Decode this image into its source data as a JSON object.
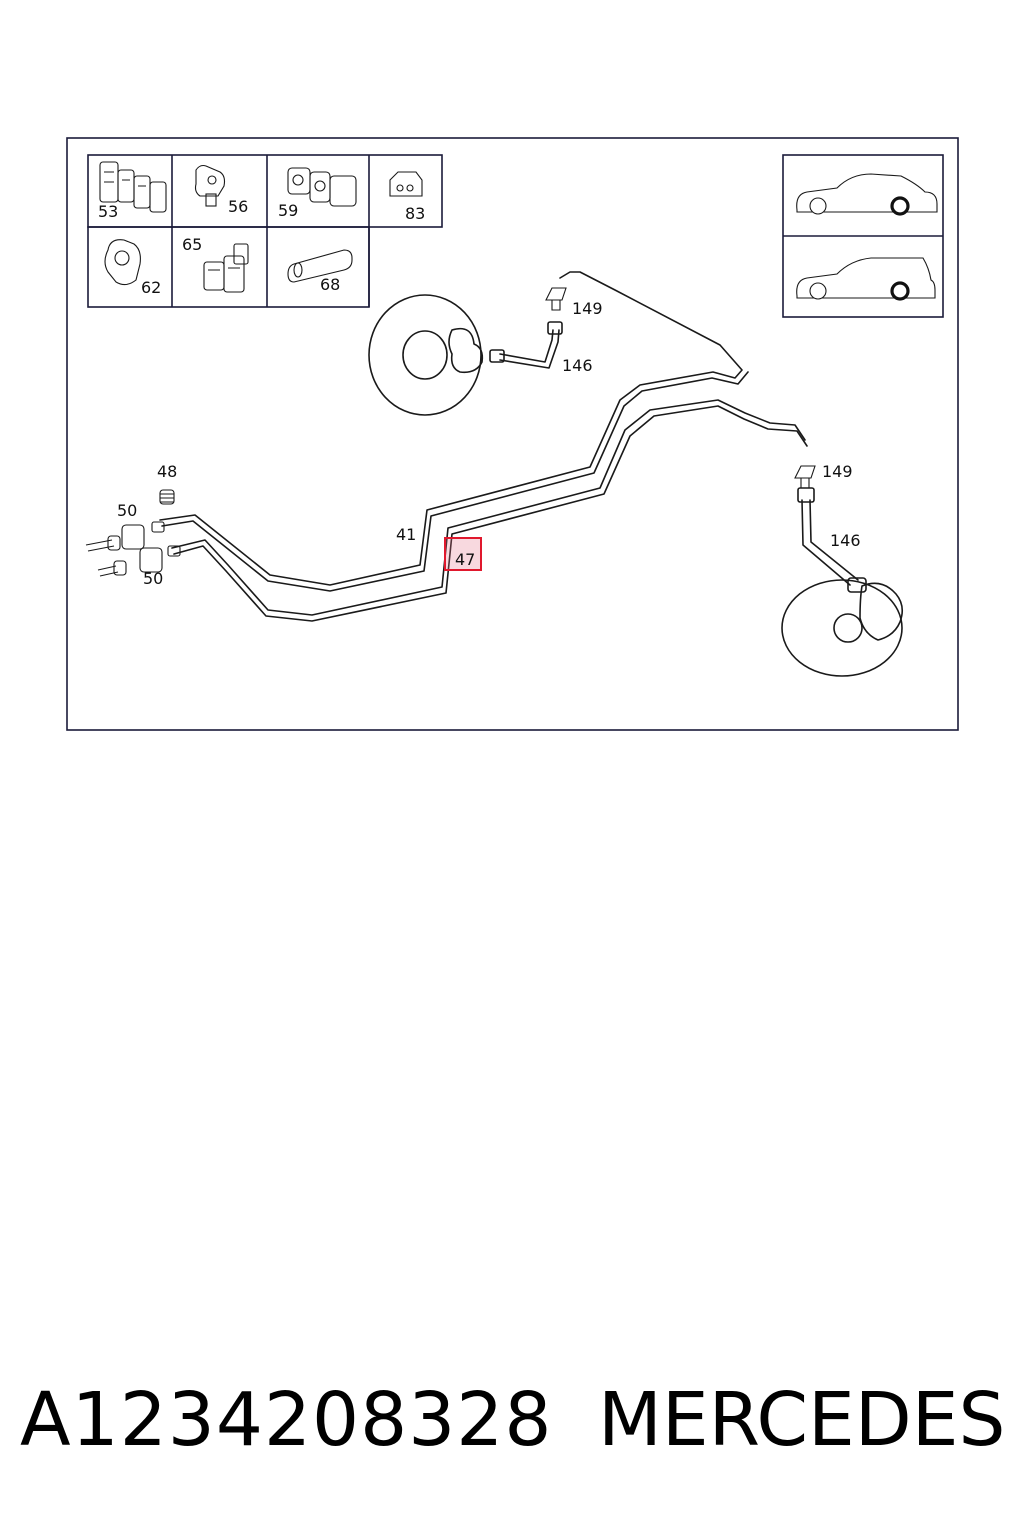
{
  "legend": {
    "parts": [
      "53",
      "56",
      "59",
      "83",
      "62",
      "65",
      "68"
    ]
  },
  "labels": {
    "l41": "41",
    "l47": "47",
    "l48": "48",
    "l50a": "50",
    "l50b": "50",
    "l149a": "149",
    "l146a": "146",
    "l149b": "149",
    "l146b": "146"
  },
  "highlight": {
    "part": "47",
    "color": "#e0182d"
  },
  "footer": {
    "part_number": "A1234208328",
    "brand": "MERCEDES"
  }
}
